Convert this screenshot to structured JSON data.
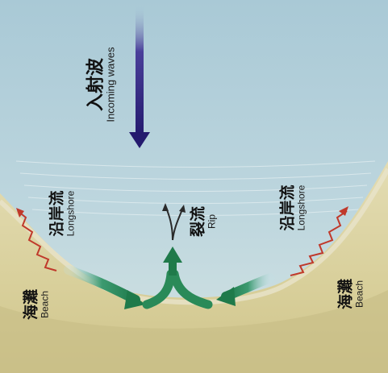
{
  "labels": {
    "incoming_zh": "入射波",
    "incoming_en": "Incoming waves",
    "rip_zh": "裂流",
    "rip_en": "Rip",
    "longshore_left_zh": "沿岸流",
    "longshore_left_en": "Longshore",
    "longshore_right_zh": "沿岸流",
    "longshore_right_en": "Longshore",
    "beach_left_zh": "海灘",
    "beach_left_en": "Beach",
    "beach_right_zh": "海灘",
    "beach_right_en": "Beach"
  },
  "colors": {
    "water_top": "#a9c9d6",
    "water_bottom": "#c9dde2",
    "sand": "#d9cf9e",
    "wave_arrow": "#2b1f7a",
    "current_arrow": "#1f7a4a",
    "swash_line": "#c0392b"
  }
}
